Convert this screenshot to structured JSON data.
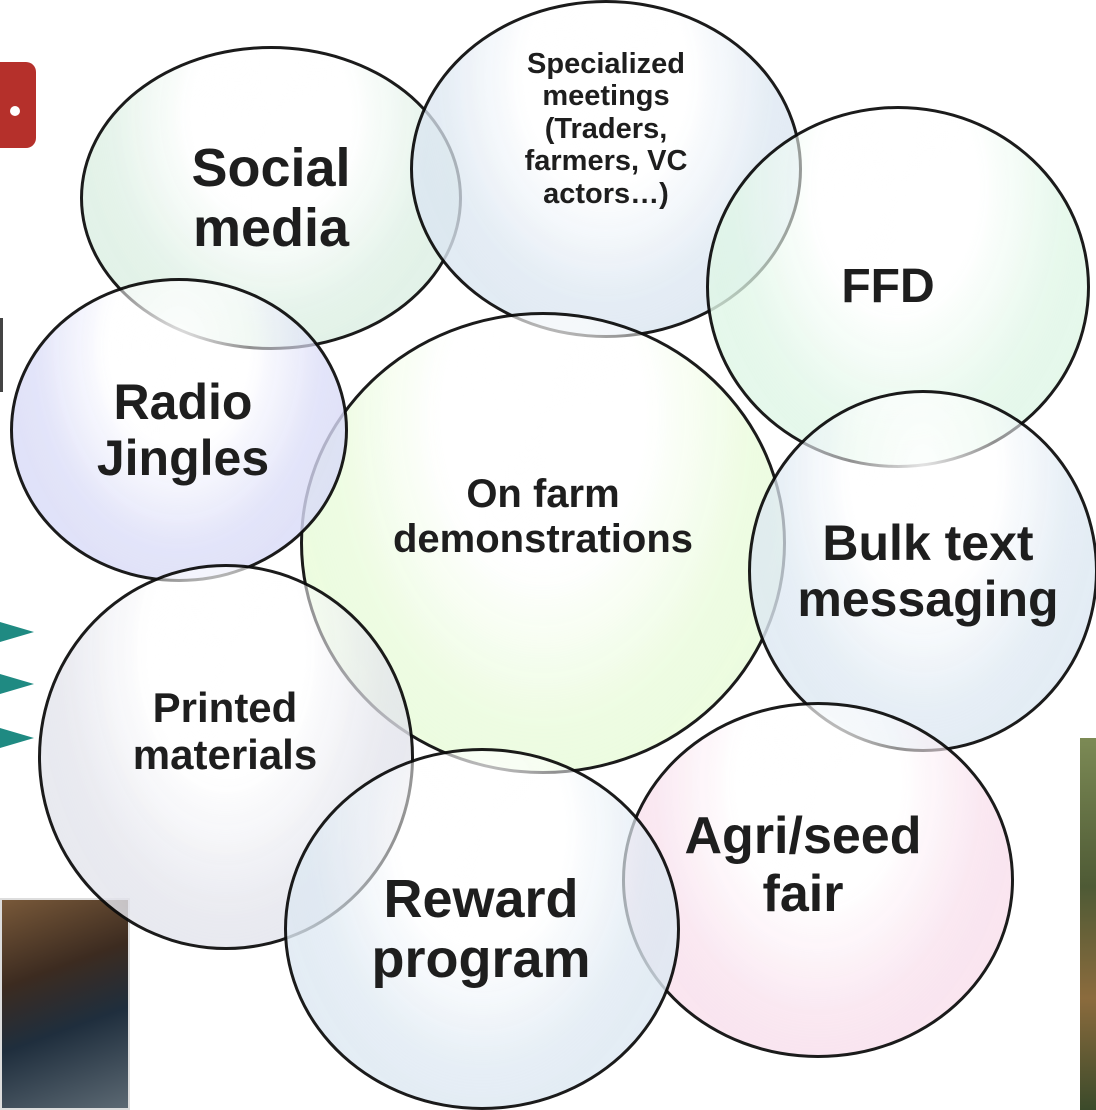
{
  "diagram": {
    "bubbles": [
      {
        "id": "social-media",
        "label": "Social\nmedia",
        "fill": "#dcefe3",
        "size": "large"
      },
      {
        "id": "specialized-meetings",
        "label": "Specialized\nmeetings\n(Traders,\nfarmers, VC\nactors…)",
        "fill": "#dbe6f1",
        "size": "small"
      },
      {
        "id": "ffd",
        "label": "FFD",
        "fill": "#dff6e6",
        "size": "large"
      },
      {
        "id": "radio-jingles",
        "label": "Radio\nJingles",
        "fill": "#d9dbf7",
        "size": "large"
      },
      {
        "id": "on-farm-demonstrations",
        "label": "On farm\ndemonstrations",
        "fill": "#e8fbd9",
        "size": "medium"
      },
      {
        "id": "bulk-text-messaging",
        "label": "Bulk text\nmessaging",
        "fill": "#dde8f2",
        "size": "large"
      },
      {
        "id": "printed-materials",
        "label": "Printed\nmaterials",
        "fill": "#e3e4ec",
        "size": "medium"
      },
      {
        "id": "reward-program",
        "label": "Reward\nprogram",
        "fill": "#dde8f2",
        "size": "large"
      },
      {
        "id": "agri-seed-fair",
        "label": "Agri/seed\nfair",
        "fill": "#f8dfec",
        "size": "large"
      }
    ]
  }
}
